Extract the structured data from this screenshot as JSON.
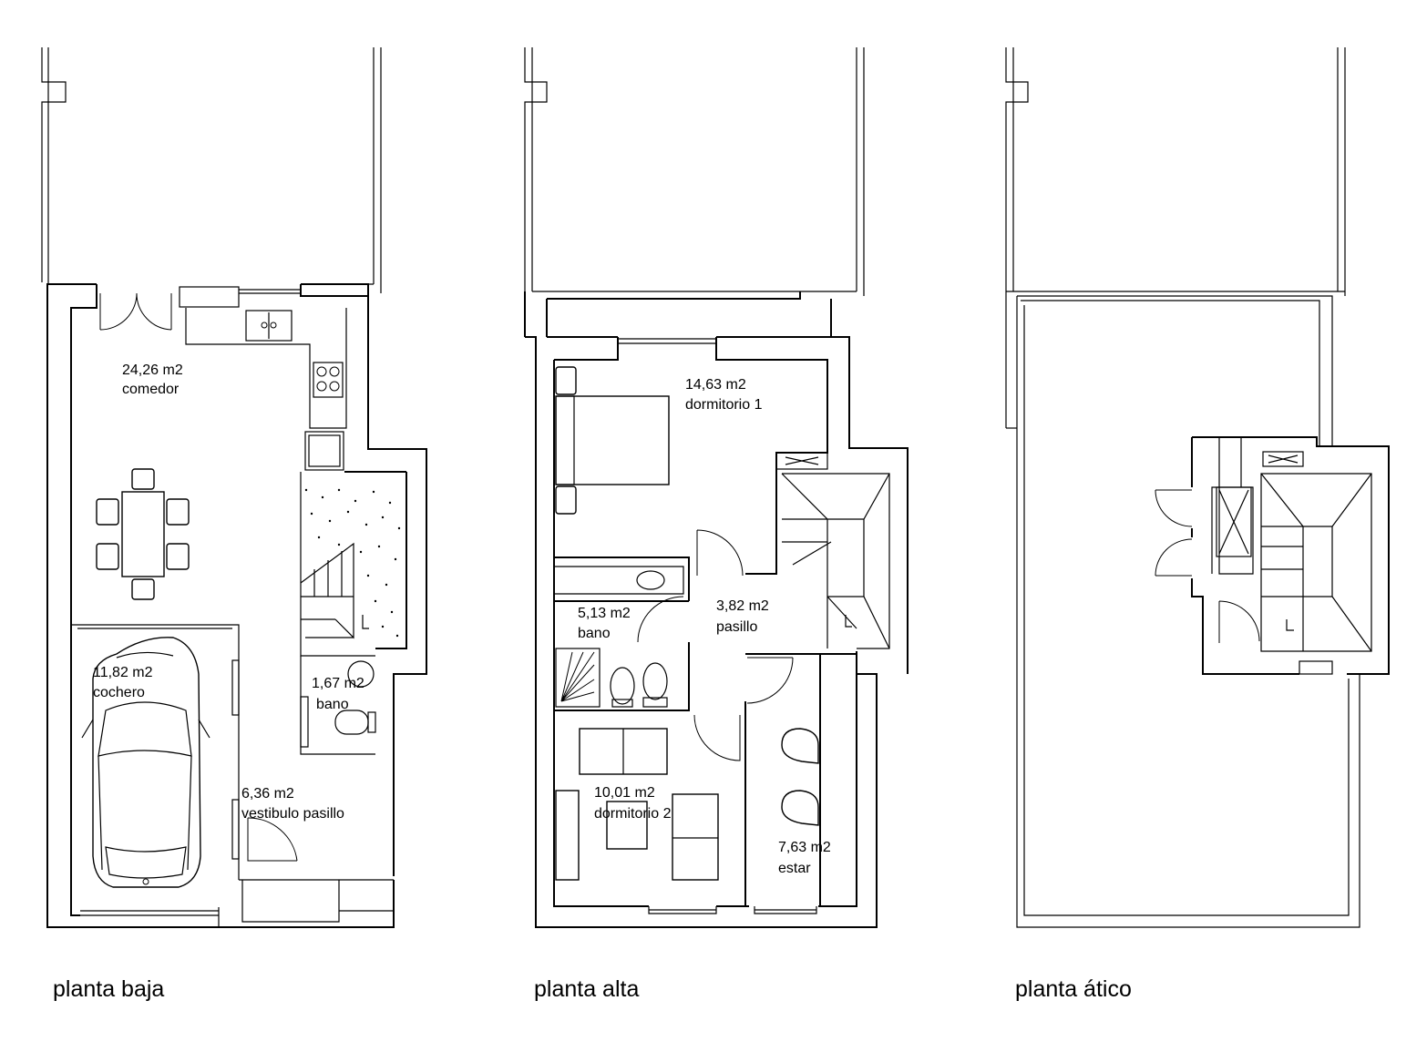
{
  "plans": [
    {
      "title": "planta baja",
      "rooms": [
        {
          "area": "24,26 m2",
          "name": "comedor"
        },
        {
          "area": "11,82 m2",
          "name": "cochero"
        },
        {
          "area": "1,67 m2",
          "name": "bano"
        },
        {
          "area": "6,36 m2",
          "name": "vestibulo pasillo"
        }
      ]
    },
    {
      "title": "planta alta",
      "rooms": [
        {
          "area": "14,63 m2",
          "name": "dormitorio 1"
        },
        {
          "area": "5,13 m2",
          "name": "bano"
        },
        {
          "area": "3,82 m2",
          "name": "pasillo"
        },
        {
          "area": "10,01 m2",
          "name": "dormitorio 2"
        },
        {
          "area": "7,63 m2",
          "name": "estar"
        }
      ]
    },
    {
      "title": "planta ático",
      "rooms": []
    }
  ]
}
